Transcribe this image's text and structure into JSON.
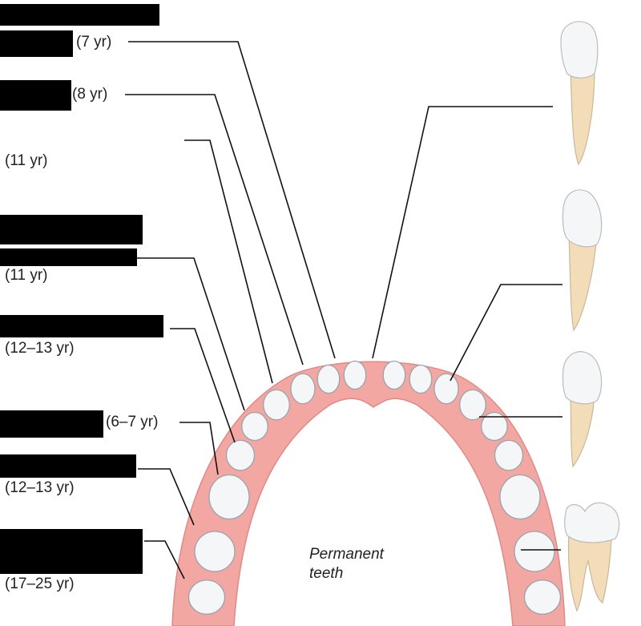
{
  "labels": {
    "central_incisor": "(7 yr)",
    "lateral_incisor": "(8 yr)",
    "canine": "(11 yr)",
    "first_premolar": "(11 yr)",
    "second_premolar": "(12–13 yr)",
    "first_molar": "(6–7 yr)",
    "second_molar": "(12–13 yr)",
    "third_molar": "(17–25 yr)"
  },
  "caption": {
    "line1": "Permanent",
    "line2": "teeth"
  },
  "colors": {
    "gum": "#f2a7a2",
    "tooth": "#f4f6f8",
    "root": "#f3dcb8"
  }
}
